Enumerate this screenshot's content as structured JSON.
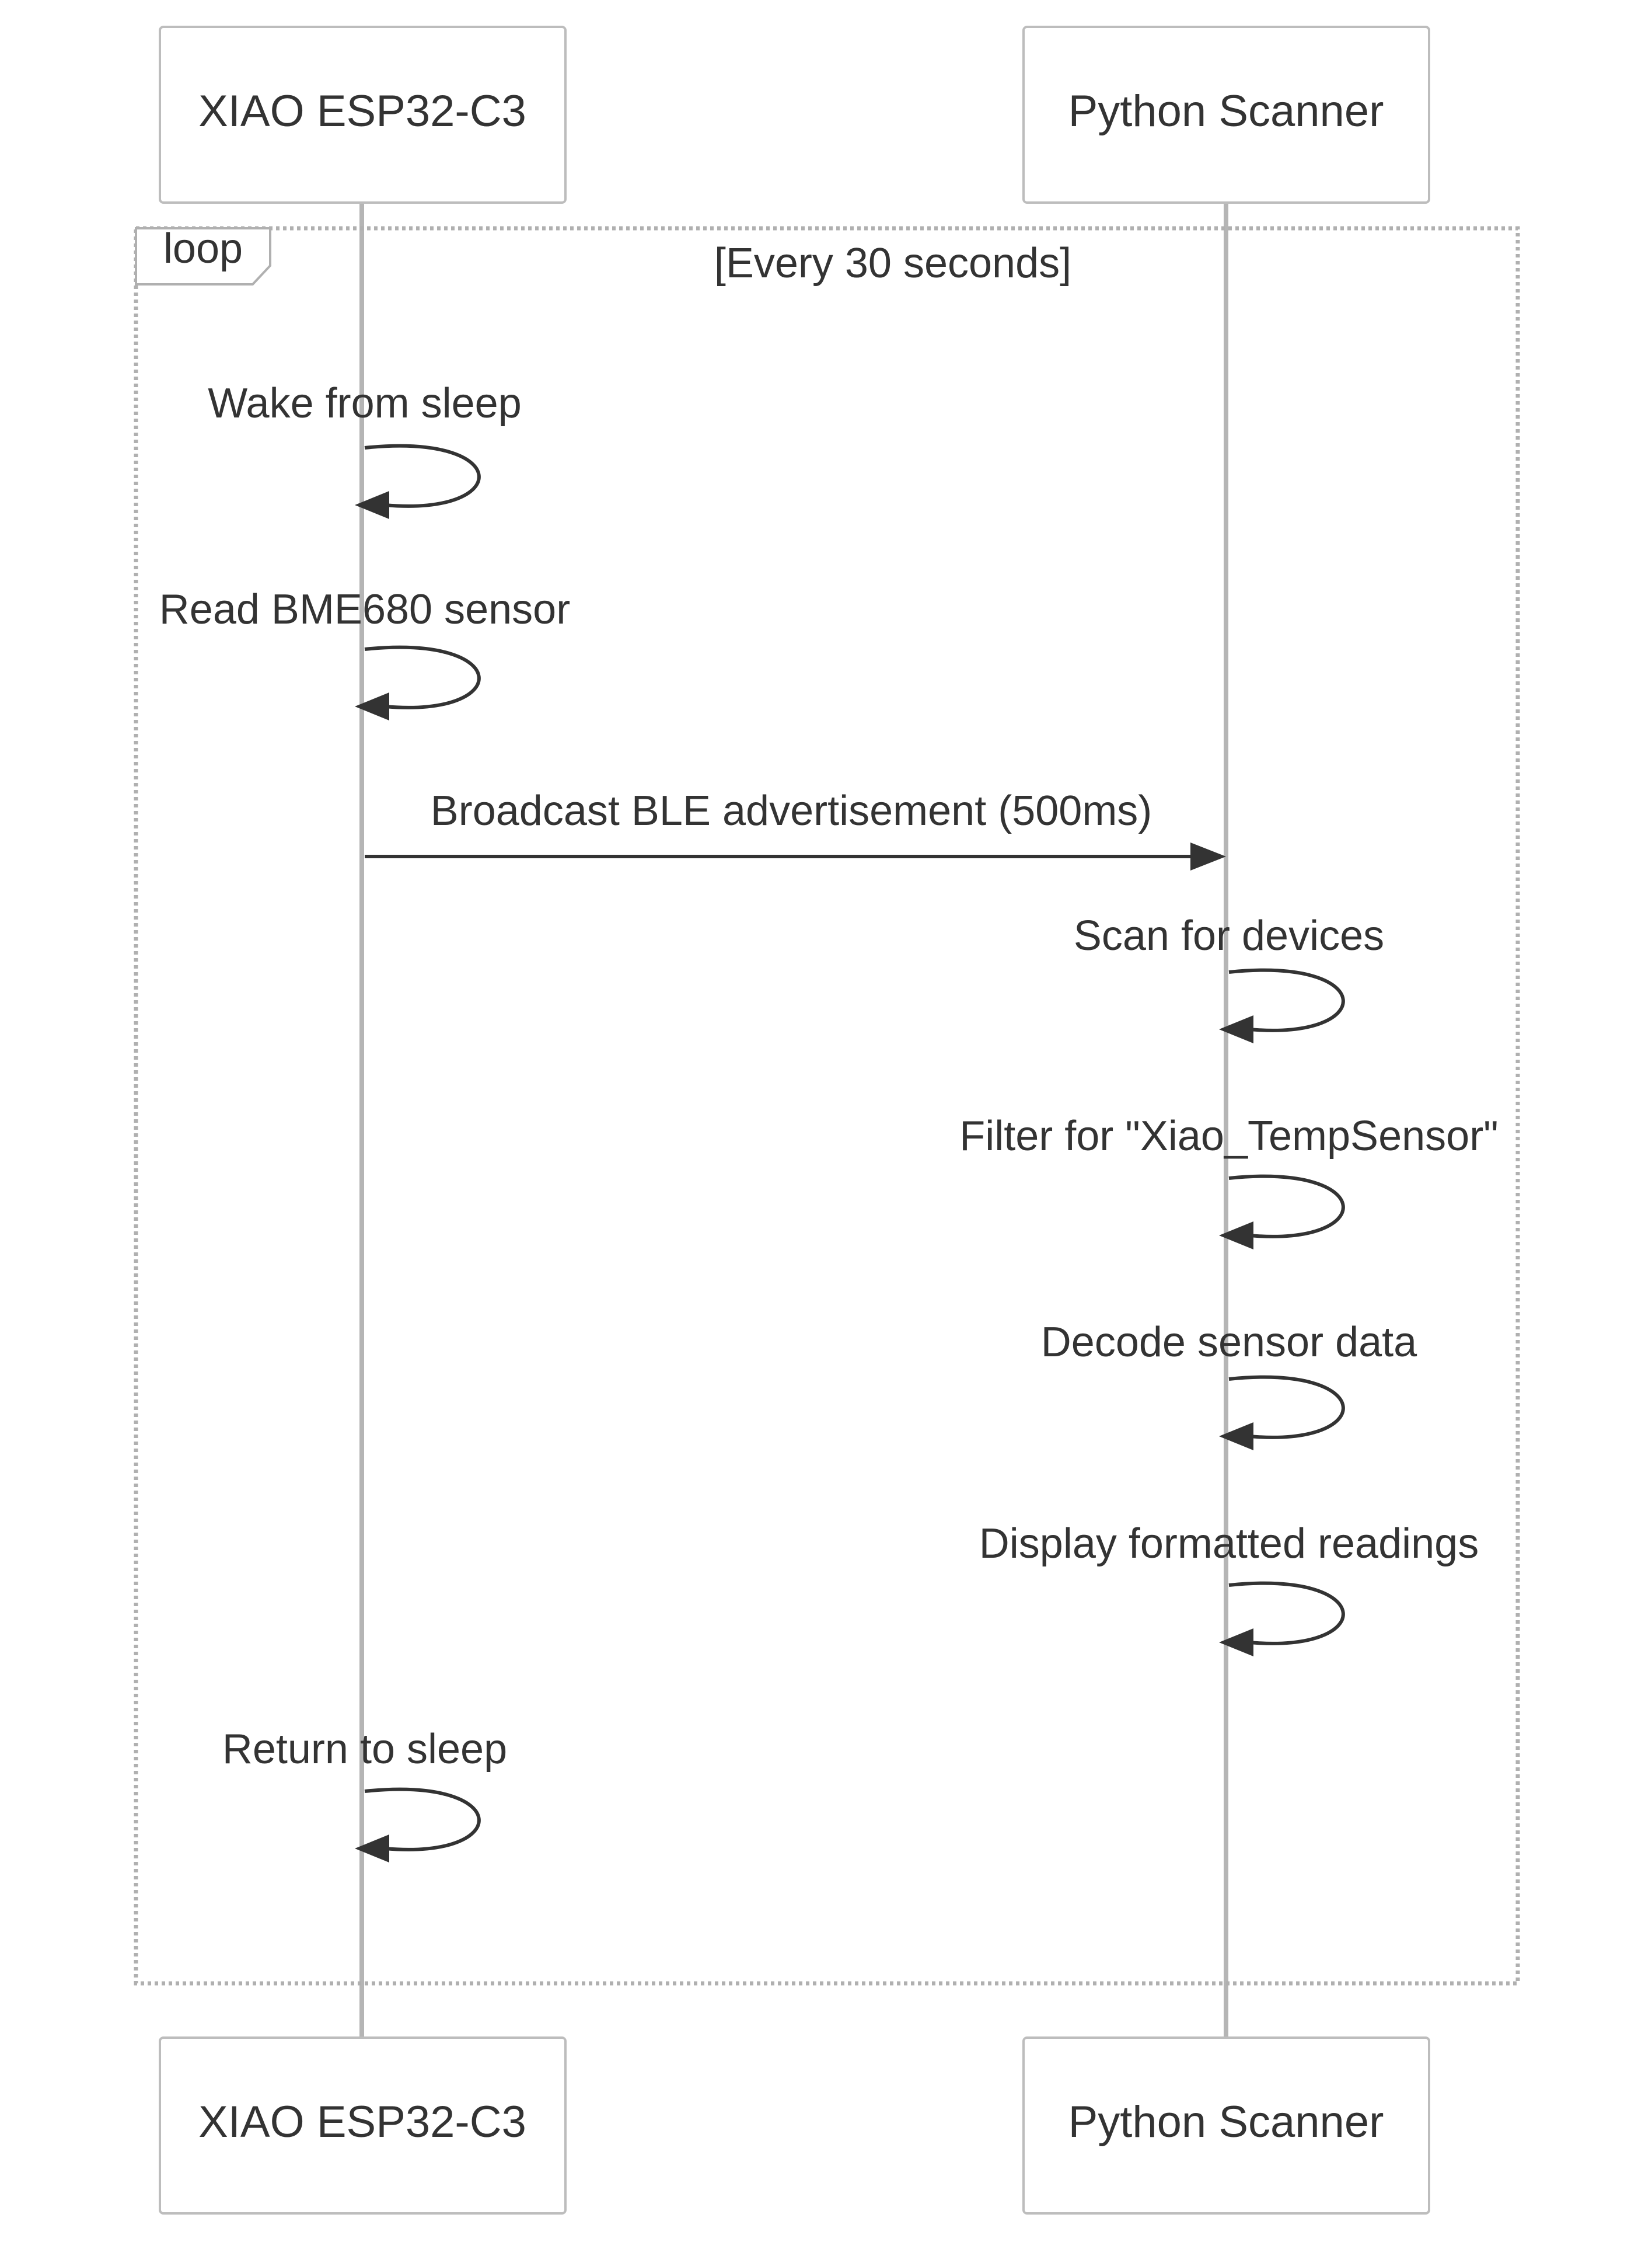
{
  "participants": [
    {
      "id": "esp",
      "label": "XIAO ESP32-C3"
    },
    {
      "id": "py",
      "label": "Python Scanner"
    }
  ],
  "loop": {
    "label": "loop",
    "condition": "[Every 30 seconds]"
  },
  "messages": [
    {
      "from": "esp",
      "to": "esp",
      "text": "Wake from sleep"
    },
    {
      "from": "esp",
      "to": "esp",
      "text": "Read BME680 sensor"
    },
    {
      "from": "esp",
      "to": "py",
      "text": "Broadcast BLE advertisement (500ms)"
    },
    {
      "from": "py",
      "to": "py",
      "text": "Scan for devices"
    },
    {
      "from": "py",
      "to": "py",
      "text": "Filter for \"Xiao_TempSensor\""
    },
    {
      "from": "py",
      "to": "py",
      "text": "Decode sensor data"
    },
    {
      "from": "py",
      "to": "py",
      "text": "Display formatted readings"
    },
    {
      "from": "esp",
      "to": "esp",
      "text": "Return to sleep"
    }
  ]
}
